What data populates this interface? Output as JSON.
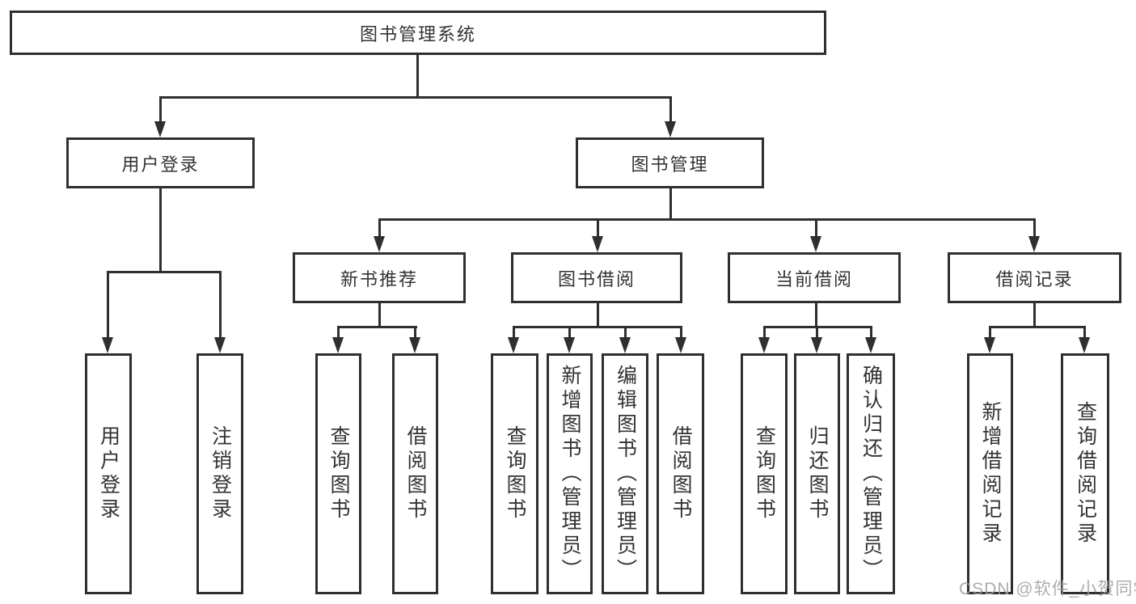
{
  "diagram": {
    "root": {
      "label": "图书管理系统"
    },
    "branches": [
      {
        "label": "用户登录",
        "children": [
          {
            "label": "用户登录"
          },
          {
            "label": "注销登录"
          }
        ]
      },
      {
        "label": "图书管理",
        "children": [
          {
            "label": "新书推荐",
            "children": [
              {
                "label": "查询图书"
              },
              {
                "label": "借阅图书"
              }
            ]
          },
          {
            "label": "图书借阅",
            "children": [
              {
                "label": "查询图书"
              },
              {
                "label": "新增图书（管理员）"
              },
              {
                "label": "编辑图书（管理员）"
              },
              {
                "label": "借阅图书"
              }
            ]
          },
          {
            "label": "当前借阅",
            "children": [
              {
                "label": "查询图书"
              },
              {
                "label": "归还图书"
              },
              {
                "label": "确认归还（管理员）"
              }
            ]
          },
          {
            "label": "借阅记录",
            "children": [
              {
                "label": "新增借阅记录"
              },
              {
                "label": "查询借阅记录"
              }
            ]
          }
        ]
      }
    ]
  },
  "colors": {
    "line": "#2f2f2f",
    "text": "#333333",
    "watermark": "#9e9e9e"
  },
  "watermark": {
    "text": "CSDN @软件_小贺同学"
  }
}
